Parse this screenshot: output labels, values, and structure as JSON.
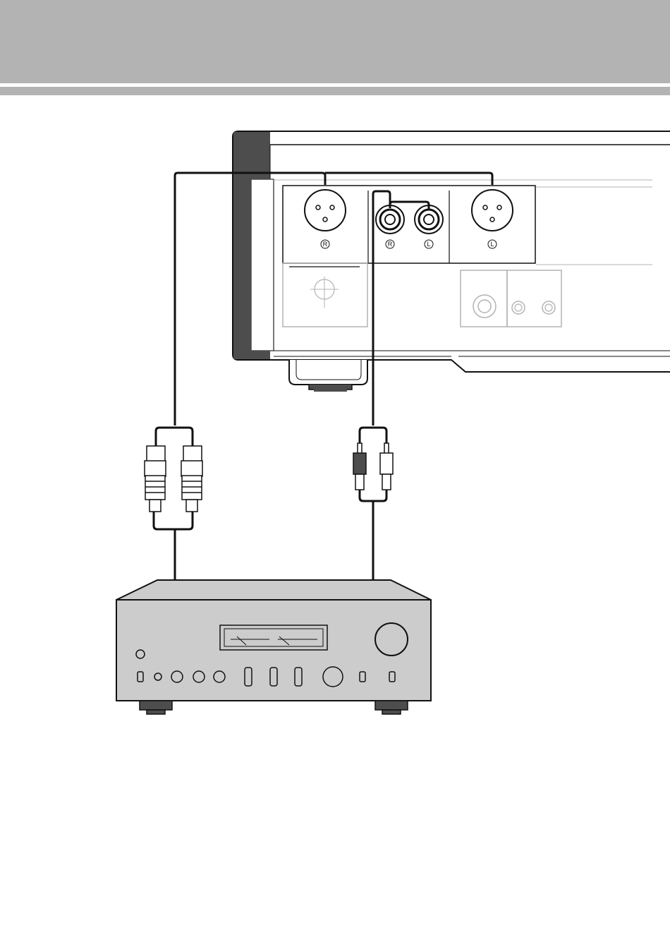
{
  "header": {
    "background": "#b3b3b3"
  },
  "device": {
    "name": "rear-panel",
    "xlr_right_label": "R",
    "rca_right_label": "R",
    "rca_left_label": "L",
    "xlr_left_label": "L"
  },
  "amplifier": {
    "name": "integrated-amplifier"
  },
  "colors": {
    "stroke": "#111111",
    "panel_dark": "#4d4d4d",
    "amp_fill": "#cccccc",
    "light_gray": "#b3b3b3"
  }
}
